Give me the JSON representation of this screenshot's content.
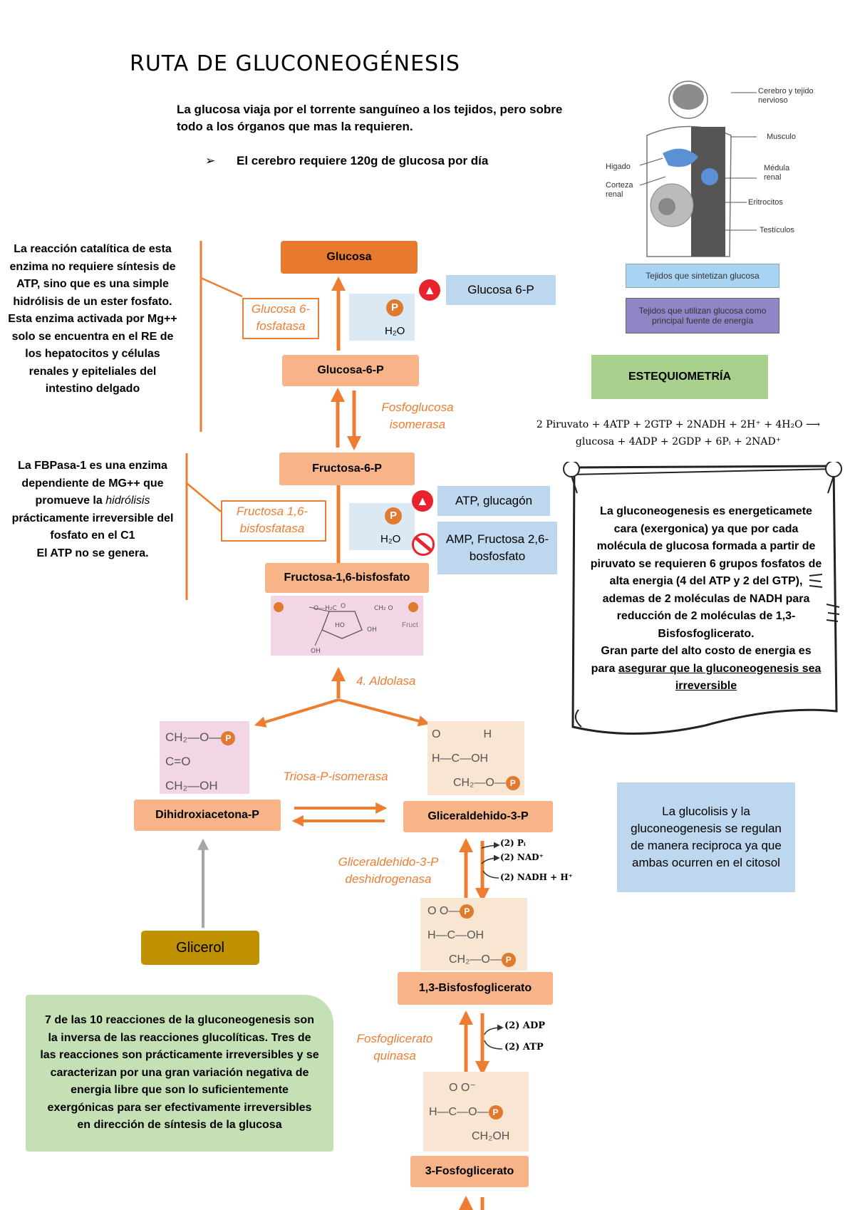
{
  "title": "RUTA DE GLUCONEOGÉNESIS",
  "intro": "La glucosa viaja por el torrente sanguíneo a los tejidos, pero sobre todo a los órganos que mas la requieren.",
  "bullet": "El cerebro requiere 120g de glucosa por día",
  "body_figure": {
    "labels": {
      "cerebro": "Cerebro y tejido nervioso",
      "musculo": "Musculo",
      "higado": "Higado",
      "medula": "Médula renal",
      "corteza": "Corteza renal",
      "eritrocitos": "Eritrocitos",
      "testiculos": "Testículos"
    },
    "legend_synth": "Tejidos que sintetizan glucosa",
    "legend_use": "Tejidos que utilizan glucosa como principal fuente de energía"
  },
  "pathway": {
    "glucosa": "Glucosa",
    "glucosa6p_reg": "Glucosa 6-P",
    "glucosa6p": "Glucosa-6-P",
    "fructosa6p": "Fructosa-6-P",
    "fructosa16bp": "Fructosa-1,6-bisfosfato",
    "dhap": "Dihidroxiacetona-P",
    "gap": "Gliceraldehido-3-P",
    "bpg": "1,3-Bisfosfoglicerato",
    "pg3": "3-Fosfoglicerato",
    "glicerol": "Glicerol"
  },
  "enzymes": {
    "g6pasa": "Glucosa 6-fosfatasa",
    "isomerasa": "Fosfoglucosa isomerasa",
    "fbpasa": "Fructosa 1,6-bisfosfatasa",
    "aldolasa": "4. Aldolasa",
    "tpi": "Triosa-P-isomerasa",
    "gapdh": "Gliceraldehido-3-P deshidrogenasa",
    "pgk": "Fosfoglicerato quinasa"
  },
  "regulators": {
    "atp_glucagon": "ATP, glucagón",
    "amp_f26bp": "AMP, Fructosa 2,6-bosfosfato"
  },
  "cofactors": {
    "h2o": "H₂O",
    "pi": "(2) Pᵢ",
    "nad": "(2) NAD⁺",
    "nadh": "(2) NADH + H⁺",
    "adp": "(2) ADP",
    "atp": "(2) ATP"
  },
  "side_text_g6pasa": "La reacción catalítica de esta enzima no requiere síntesis de ATP, sino que es una simple hidrólisis de un ester fosfato. Esta enzima activada por Mg++ solo se encuentra en el RE de los hepatocitos y células renales y epiteliales del intestino delgado",
  "side_text_fbpasa_1": "La FBPasa-1 es una enzima dependiente de MG++ que promueve la",
  "side_text_fbpasa_em": "hidrólisis",
  "side_text_fbpasa_2": "prácticamente irreversible del fosfato en el C1",
  "side_text_fbpasa_3": "El ATP no se genera.",
  "estequiometria": {
    "label": "ESTEQUIOMETRÍA",
    "eq_line1": "2 Piruvato + 4ATP + 2GTP + 2NADH + 2H⁺ + 4H₂O ⟶",
    "eq_line2": "glucosa + 4ADP + 2GDP + 6Pᵢ + 2NAD⁺"
  },
  "scroll_text_1": "La gluconeogenesis es energeticamete cara (exergonica) ya que por cada molécula de glucosa formada a partir de piruvato se requieren 6 grupos fosfatos de alta energia (4 del ATP y 2 del GTP), ademas de 2 moléculas de NADH para reducción de 2 moléculas de 1,3-Bisfosfoglicerato.",
  "scroll_text_2": "Gran parte del alto costo de energia es para",
  "scroll_text_u": "asegurar que la gluconeogenesis sea irreversible",
  "regulation_note": "La glucolisis y la gluconeogenesis se regulan de manera reciproca ya que ambas ocurren en el citosol",
  "green_note": "7 de las 10 reacciones de la gluconeogenesis son la inversa de las reacciones glucolíticas. Tres de las reacciones son prácticamente irreversibles y se caracterizan por una gran variación negativa de energia libre que son lo suficientemente exergónicas para ser efectivamente irreversibles en dirección de síntesis de la glucosa",
  "struct_labels": {
    "p": "P",
    "fruct": "Fruct",
    "ch2o": "CH₂—O—",
    "co": "C=O",
    "ch2oh": "CH₂—OH",
    "gap_o": "O",
    "gap_h": "H",
    "hcoh": "H—C—OH",
    "ch2op": "CH₂—O—",
    "bpg_top": "O    O—",
    "pg_top": "O    O⁻",
    "pg_mid": "H—C—O—",
    "pg_bot": "CH₂OH"
  },
  "colors": {
    "accent_orange": "#ed7d31",
    "peach": "#f6b488",
    "blue": "#bdd7ee",
    "green": "#a9d18e",
    "olive": "#bf9000",
    "purple": "#8e86c6"
  }
}
